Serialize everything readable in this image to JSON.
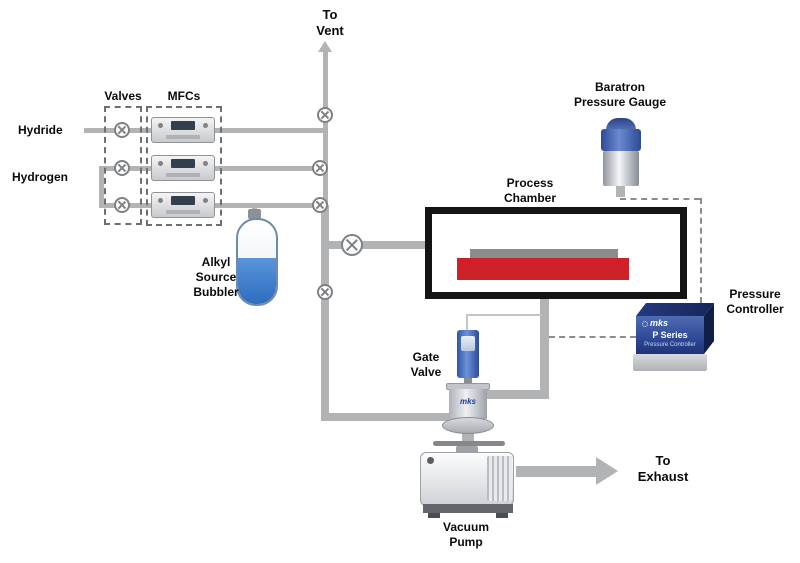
{
  "labels": {
    "to_vent": "To\nVent",
    "valves_group": "Valves",
    "mfcs_group": "MFCs",
    "hydride": "Hydride",
    "hydrogen": "Hydrogen",
    "alkyl_bubbler": "Alkyl\nSource\nBubbler",
    "process_chamber": "Process\nChamber",
    "baratron_gauge": "Baratron\nPressure Gauge",
    "pressure_controller": "Pressure\nController",
    "gate_valve": "Gate\nValve",
    "vacuum_pump": "Vacuum\nPump",
    "to_exhaust": "To\nExhaust"
  },
  "devices": {
    "gate_valve": {
      "brand": "mks"
    },
    "pressure_controller": {
      "brand": "mks",
      "model": "P Series",
      "caption": "Pressure Controller"
    }
  },
  "colors": {
    "pipe_gray": "#b1b3b5",
    "chamber_border": "#141414",
    "heater_red": "#ce2127",
    "substrate_gray": "#8a8c8e",
    "bubbler_liquid_blue": "#3f7ec9",
    "device_blue": "#3a5fae",
    "signal_dashed": "#8c8c8c"
  }
}
